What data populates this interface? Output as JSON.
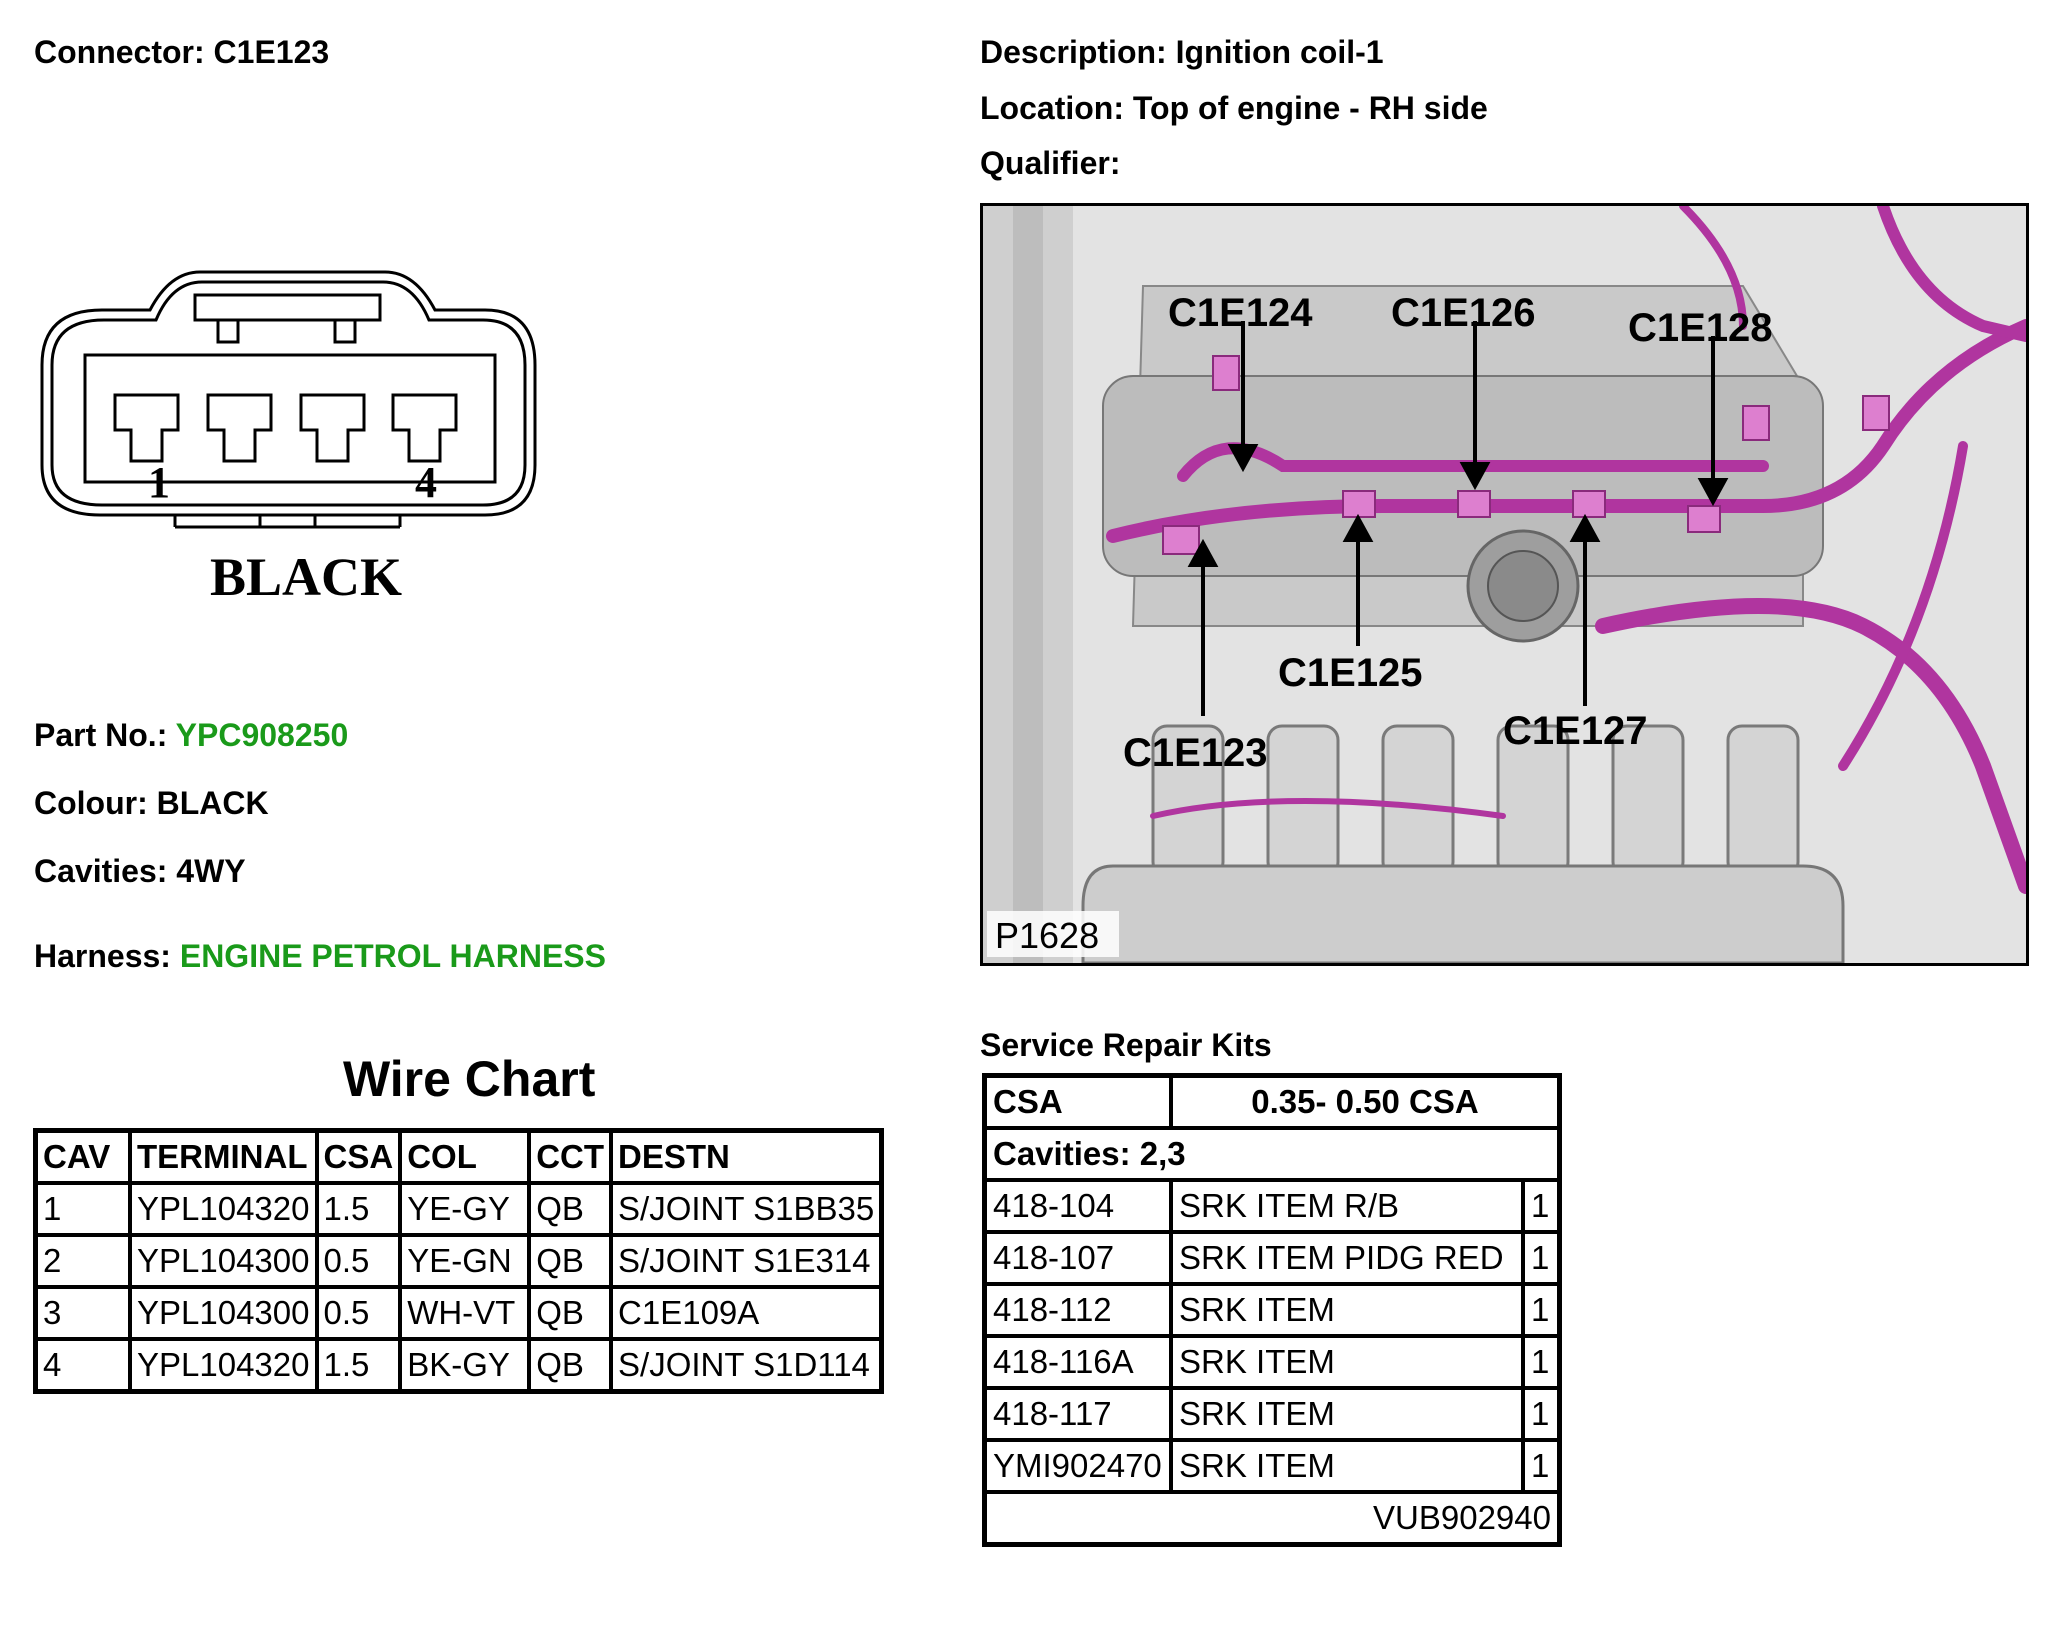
{
  "header": {
    "connector_label": "Connector:",
    "connector_value": "C1E123",
    "description_label": "Description:",
    "description_value": "Ignition coil-1",
    "location_label": "Location:",
    "location_value": "Top of engine - RH side",
    "qualifier_label": "Qualifier:"
  },
  "connector_drawing": {
    "pin_first": "1",
    "pin_last": "4",
    "colour_text": "BLACK"
  },
  "details": {
    "part_no_label": "Part No.:",
    "part_no_value": "YPC908250",
    "colour_label": "Colour:",
    "colour_value": "BLACK",
    "cavities_label": "Cavities:",
    "cavities_value": "4WY",
    "harness_label": "Harness:",
    "harness_value": "ENGINE PETROL HARNESS",
    "link_color": "#1a9a1a"
  },
  "wire_chart": {
    "title": "Wire Chart",
    "headers": [
      "CAV",
      "TERMINAL",
      "CSA",
      "COL",
      "CCT",
      "DESTN"
    ],
    "rows": [
      [
        "1",
        "YPL104320",
        "1.5",
        "YE-GY",
        "QB",
        "S/JOINT S1BB35"
      ],
      [
        "2",
        "YPL104300",
        "0.5",
        "YE-GN",
        "QB",
        "S/JOINT S1E314"
      ],
      [
        "3",
        "YPL104300",
        "0.5",
        "WH-VT",
        "QB",
        "C1E109A"
      ],
      [
        "4",
        "YPL104320",
        "1.5",
        "BK-GY",
        "QB",
        "S/JOINT S1D114"
      ]
    ]
  },
  "photo": {
    "callouts": [
      "C1E124",
      "C1E126",
      "C1E128",
      "C1E125",
      "C1E127",
      "C1E123"
    ],
    "figure_id": "P1628",
    "harness_color": "#b0359f"
  },
  "service_kits": {
    "title": "Service Repair Kits",
    "csa_label": "CSA",
    "csa_value": "0.35- 0.50 CSA",
    "cavities_text": "Cavities: 2,3",
    "items": [
      [
        "418-104",
        "SRK ITEM R/B",
        "1"
      ],
      [
        "418-107",
        "SRK ITEM PIDG RED",
        "1"
      ],
      [
        "418-112",
        "SRK ITEM",
        "1"
      ],
      [
        "418-116A",
        "SRK ITEM",
        "1"
      ],
      [
        "418-117",
        "SRK ITEM",
        "1"
      ],
      [
        "YMI902470",
        "SRK ITEM",
        "1"
      ]
    ],
    "kit_number": "VUB902940"
  }
}
